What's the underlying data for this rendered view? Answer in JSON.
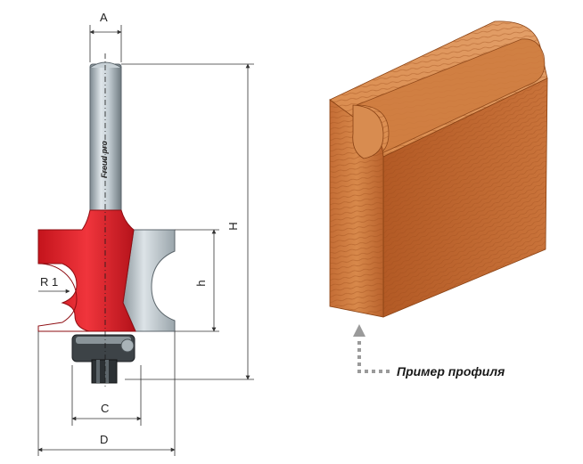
{
  "labels": {
    "shank_diameter": "A",
    "total_height": "H",
    "cut_height": "h",
    "radius": "R 1",
    "bearing_diameter": "C",
    "cut_diameter": "D"
  },
  "brand": {
    "text": "Freud pro"
  },
  "caption": {
    "text": "Пример профиля"
  },
  "colors": {
    "body_red": "#e8242c",
    "steel": "#b9c4cc",
    "wood": "#c9733a",
    "dimension_line": "#333333",
    "arrow_gray": "#9a9a9a"
  },
  "icons": {
    "profile_arrow": "arrow-up-dotted-icon"
  }
}
